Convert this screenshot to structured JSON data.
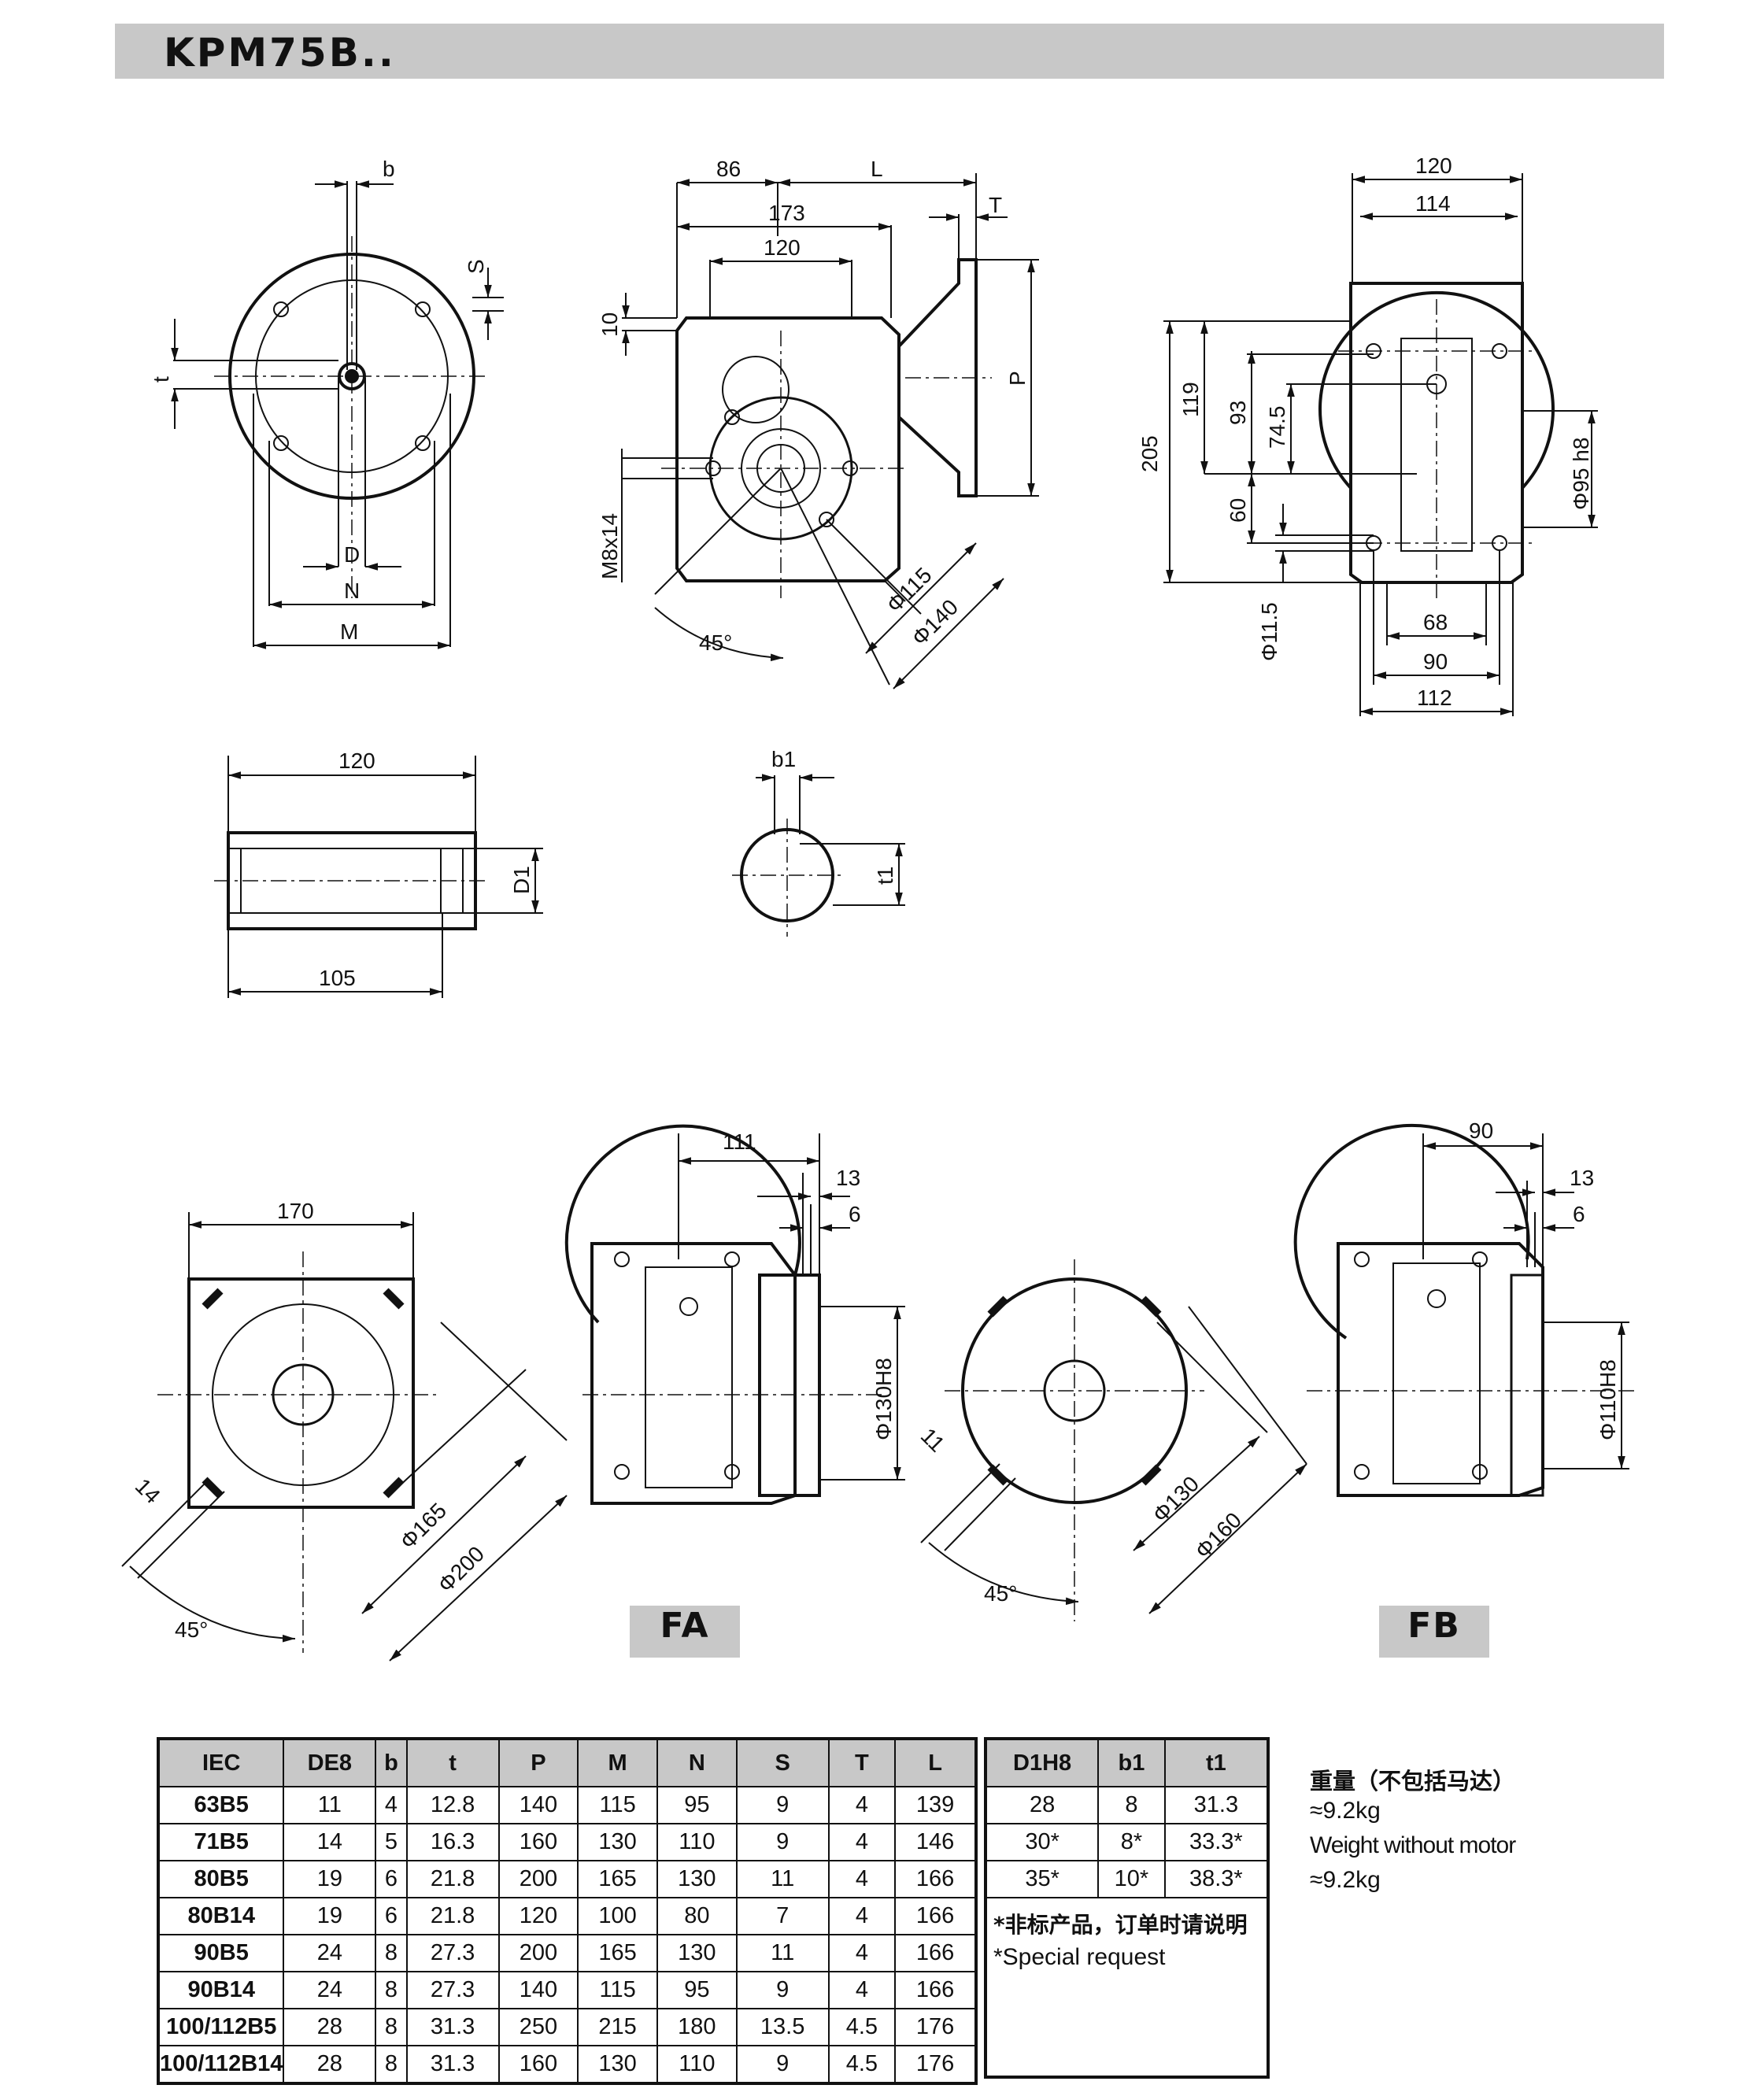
{
  "title": "KPM75B..",
  "labels": {
    "fa": "FA",
    "fb": "FB"
  },
  "dimensions": {
    "input_view": [
      "b",
      "S",
      "t",
      "D",
      "N",
      "M"
    ],
    "side_view": [
      "86",
      "L",
      "173",
      "T",
      "120",
      "10",
      "P",
      "M8x14",
      "Φ115",
      "Φ140",
      "45°"
    ],
    "right_view": [
      "120",
      "114",
      "205",
      "119",
      "93",
      "74.5",
      "60",
      "Φ95 h8",
      "Φ11.5",
      "68",
      "90",
      "112"
    ],
    "hollow_shaft": [
      "120",
      "D1",
      "105"
    ],
    "keyway": [
      "b1",
      "t1"
    ],
    "fa_flange": [
      "170",
      "14",
      "45°",
      "Φ165",
      "Φ200"
    ],
    "fa_side": [
      "111",
      "13",
      "6",
      "Φ130H8"
    ],
    "fb_flange": [
      "11",
      "45°",
      "Φ130",
      "Φ160"
    ],
    "fb_side": [
      "90",
      "13",
      "6",
      "Φ110H8"
    ]
  },
  "main_table": {
    "headers": [
      "IEC",
      "DE8",
      "b",
      "t",
      "P",
      "M",
      "N",
      "S",
      "T",
      "L"
    ],
    "rows": [
      [
        "63B5",
        "11",
        "4",
        "12.8",
        "140",
        "115",
        "95",
        "9",
        "4",
        "139"
      ],
      [
        "71B5",
        "14",
        "5",
        "16.3",
        "160",
        "130",
        "110",
        "9",
        "4",
        "146"
      ],
      [
        "80B5",
        "19",
        "6",
        "21.8",
        "200",
        "165",
        "130",
        "11",
        "4",
        "166"
      ],
      [
        "80B14",
        "19",
        "6",
        "21.8",
        "120",
        "100",
        "80",
        "7",
        "4",
        "166"
      ],
      [
        "90B5",
        "24",
        "8",
        "27.3",
        "200",
        "165",
        "130",
        "11",
        "4",
        "166"
      ],
      [
        "90B14",
        "24",
        "8",
        "27.3",
        "140",
        "115",
        "95",
        "9",
        "4",
        "166"
      ],
      [
        "100/112B5",
        "28",
        "8",
        "31.3",
        "250",
        "215",
        "180",
        "13.5",
        "4.5",
        "176"
      ],
      [
        "100/112B14",
        "28",
        "8",
        "31.3",
        "160",
        "130",
        "110",
        "9",
        "4.5",
        "176"
      ]
    ]
  },
  "shaft_table": {
    "headers": [
      "D1H8",
      "b1",
      "t1"
    ],
    "rows": [
      [
        "28",
        "8",
        "31.3"
      ],
      [
        "30*",
        "8*",
        "33.3*"
      ],
      [
        "35*",
        "10*",
        "38.3*"
      ]
    ],
    "note_cn": "*非标产品，订单时请说明",
    "note_en": "*Special request"
  },
  "weight": {
    "label_cn": "重量（不包括马达）",
    "value_cn": "≈9.2kg",
    "label_en": "Weight without motor",
    "value_en": "≈9.2kg"
  }
}
